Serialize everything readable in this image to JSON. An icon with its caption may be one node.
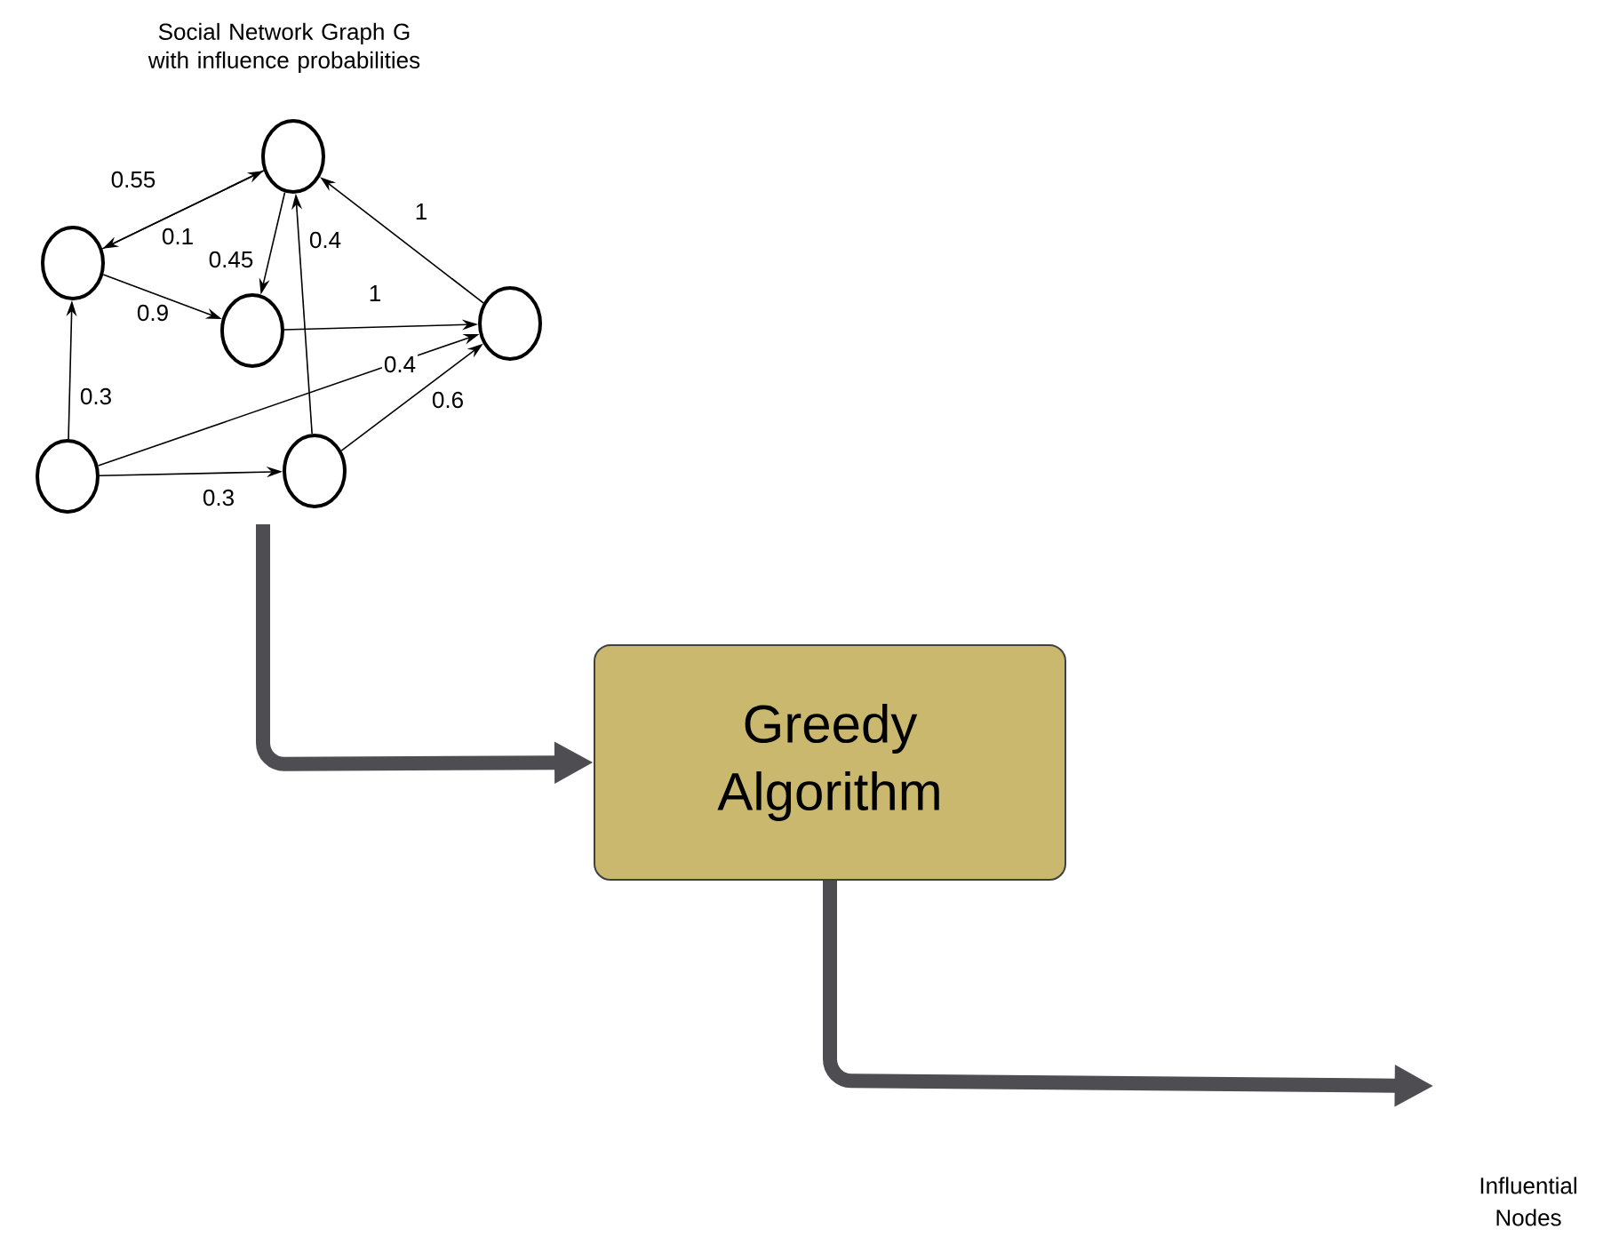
{
  "diagram": {
    "title": "Social Network Graph G with influence probabilities",
    "nodes": [
      {
        "text": [],
        "shape": "circle"
      },
      {
        "text": [],
        "shape": "circle"
      },
      {
        "text": [],
        "shape": "circle"
      },
      {
        "text": [],
        "shape": "circle"
      },
      {
        "text": [],
        "shape": "circle"
      },
      {
        "text": [],
        "shape": "circle"
      },
      {
        "text": [
          "Greedy Algorithm"
        ]
      },
      {
        "text": [
          "Influential Nodes"
        ]
      }
    ],
    "edges": [
      {
        "from": 0,
        "to": 1,
        "arrow": "to",
        "label": "0.55"
      },
      {
        "from": 1,
        "to": 0,
        "arrow": "to",
        "label": "0.1"
      },
      {
        "from": 0,
        "to": 2,
        "arrow": "to",
        "label": "0.45"
      },
      {
        "from": 5,
        "to": 0,
        "arrow": "to",
        "label": "0.4"
      },
      {
        "from": 3,
        "to": 0,
        "arrow": "to",
        "label": "1"
      },
      {
        "from": 1,
        "to": 2,
        "arrow": "to",
        "label": "0.9"
      },
      {
        "from": 2,
        "to": 3,
        "arrow": "to",
        "label": "1"
      },
      {
        "from": 4,
        "to": 3,
        "arrow": "to",
        "label": "0.4"
      },
      {
        "from": 5,
        "to": 3,
        "arrow": "to",
        "label": "0.6"
      },
      {
        "from": 4,
        "to": 1,
        "arrow": "to",
        "label": "0.3"
      },
      {
        "from": 4,
        "to": 5,
        "arrow": "to",
        "label": "0.3"
      },
      {
        "from": null,
        "to": 6,
        "arrow": "to",
        "style": "thick",
        "color": "#4d4d52"
      },
      {
        "from": 6,
        "to": 7,
        "arrow": "to",
        "style": "thick",
        "color": "#4d4d52"
      }
    ]
  }
}
